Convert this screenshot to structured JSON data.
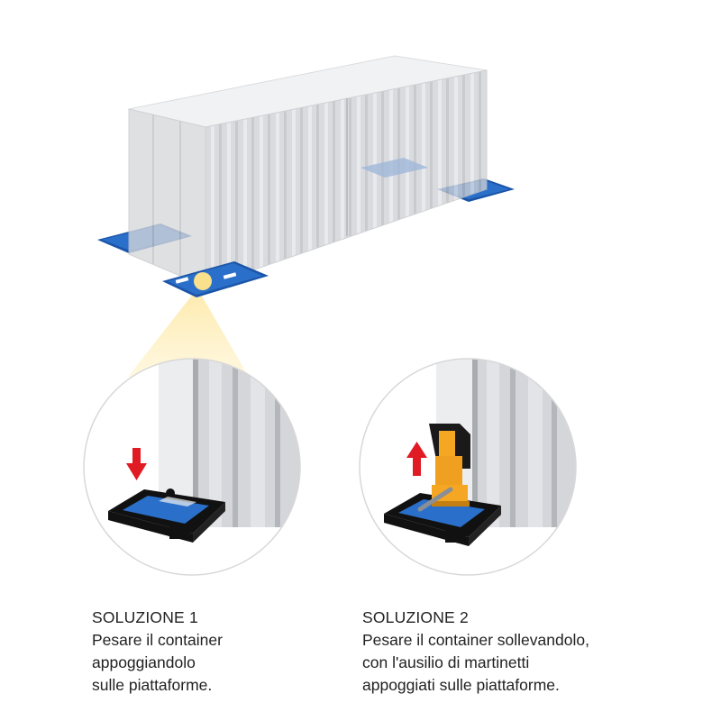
{
  "solutions": [
    {
      "heading": "SOLUZIONE 1",
      "lines": [
        "Pesare il container",
        "appoggiandolo",
        "sulle piattaforme."
      ]
    },
    {
      "heading": "SOLUZIONE 2",
      "lines": [
        "Pesare il container sollevandolo,",
        "con l'ausilio di martinetti",
        "appoggiati sulle piattaforme."
      ]
    }
  ],
  "colors": {
    "platform_blue": "#2a6fc9",
    "platform_dark": "#111111",
    "container_gray": "#c9cbcf",
    "arrow_red": "#e01b24",
    "jack_yellow": "#f5a623",
    "highlight": "#fff3c4",
    "text": "#222222"
  },
  "icons": [
    "arrow-down-icon",
    "arrow-up-icon",
    "hydraulic-jack-icon"
  ]
}
